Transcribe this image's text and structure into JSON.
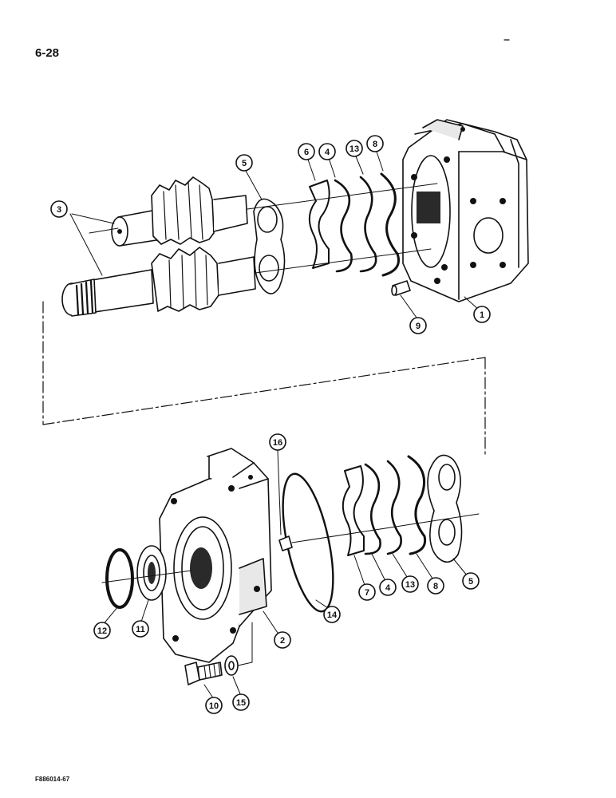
{
  "page_number": "6-28",
  "figure_code": "F886014-67",
  "callouts": [
    {
      "id": "c1",
      "label": "1"
    },
    {
      "id": "c2",
      "label": "2"
    },
    {
      "id": "c3",
      "label": "3"
    },
    {
      "id": "c4a",
      "label": "4"
    },
    {
      "id": "c4b",
      "label": "4"
    },
    {
      "id": "c5a",
      "label": "5"
    },
    {
      "id": "c5b",
      "label": "5"
    },
    {
      "id": "c6",
      "label": "6"
    },
    {
      "id": "c7",
      "label": "7"
    },
    {
      "id": "c8a",
      "label": "8"
    },
    {
      "id": "c8b",
      "label": "8"
    },
    {
      "id": "c9",
      "label": "9"
    },
    {
      "id": "c10",
      "label": "10"
    },
    {
      "id": "c11",
      "label": "11"
    },
    {
      "id": "c12",
      "label": "12"
    },
    {
      "id": "c13a",
      "label": "13"
    },
    {
      "id": "c13b",
      "label": "13"
    },
    {
      "id": "c14",
      "label": "14"
    },
    {
      "id": "c15",
      "label": "15"
    },
    {
      "id": "c16",
      "label": "16"
    }
  ]
}
